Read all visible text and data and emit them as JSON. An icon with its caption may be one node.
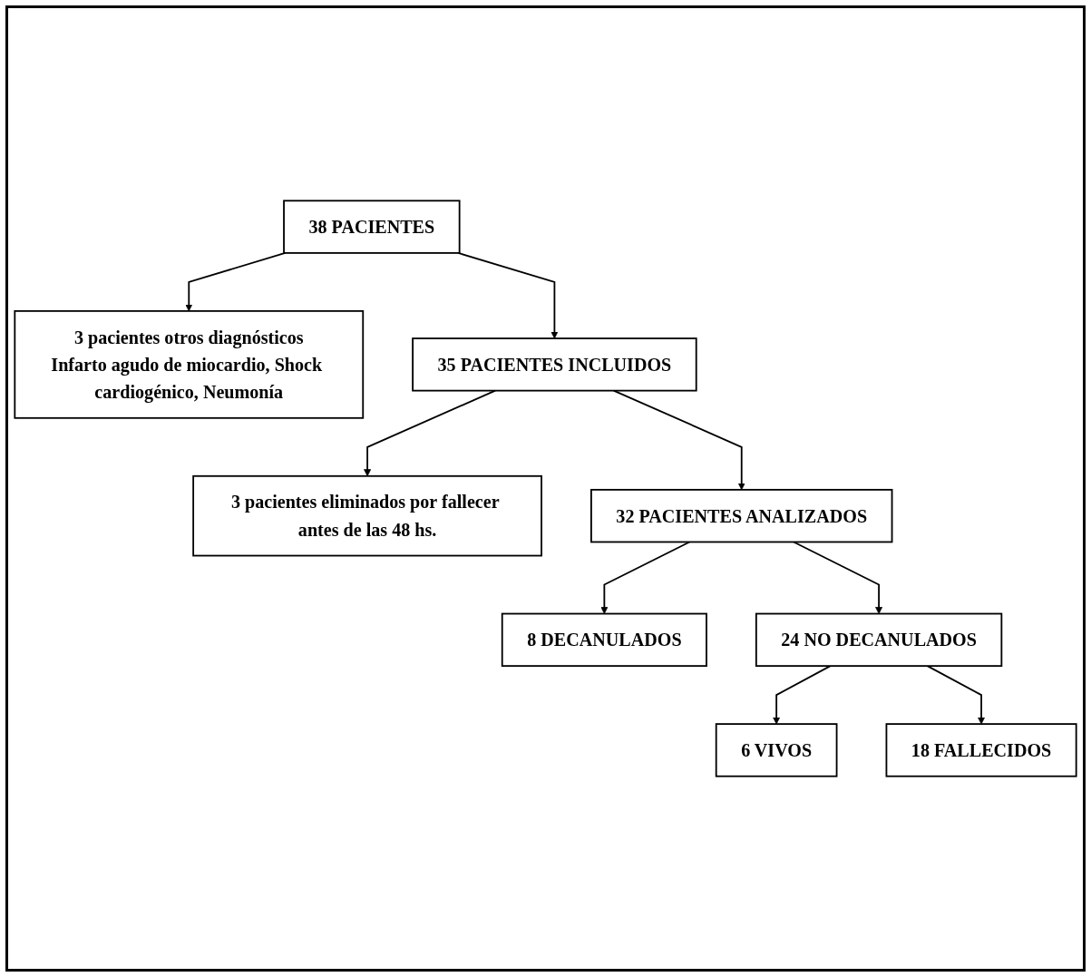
{
  "diagram": {
    "nodes": [
      {
        "text": [
          "38 PACIENTES"
        ]
      },
      {
        "text": [
          "3 pacientes otros diagnósticos",
          "Infarto agudo de miocardio, Shock cardiogénico, Neumonía"
        ]
      },
      {
        "text": [
          "35 PACIENTES INCLUIDOS"
        ]
      },
      {
        "text": [
          "3 pacientes eliminados por fallecer antes de las 48 hs."
        ]
      },
      {
        "text": [
          "32 PACIENTES ANALIZADOS"
        ]
      },
      {
        "text": [
          "8 DECANULADOS"
        ]
      },
      {
        "text": [
          "24 NO DECANULADOS"
        ]
      },
      {
        "text": [
          "6 VIVOS"
        ]
      },
      {
        "text": [
          "18 FALLECIDOS"
        ]
      }
    ],
    "edges": [
      {
        "from": 0,
        "to": 2,
        "arrow": "to"
      },
      {
        "from": 0,
        "to": 1,
        "arrow": "to"
      },
      {
        "from": 2,
        "to": 4,
        "arrow": "to"
      },
      {
        "from": 2,
        "to": 3,
        "arrow": "to"
      },
      {
        "from": 4,
        "to": 5,
        "arrow": "to"
      },
      {
        "from": 4,
        "to": 6,
        "arrow": "to"
      },
      {
        "from": 6,
        "to": 7,
        "arrow": "to"
      },
      {
        "from": 6,
        "to": 8,
        "arrow": "to"
      }
    ]
  }
}
